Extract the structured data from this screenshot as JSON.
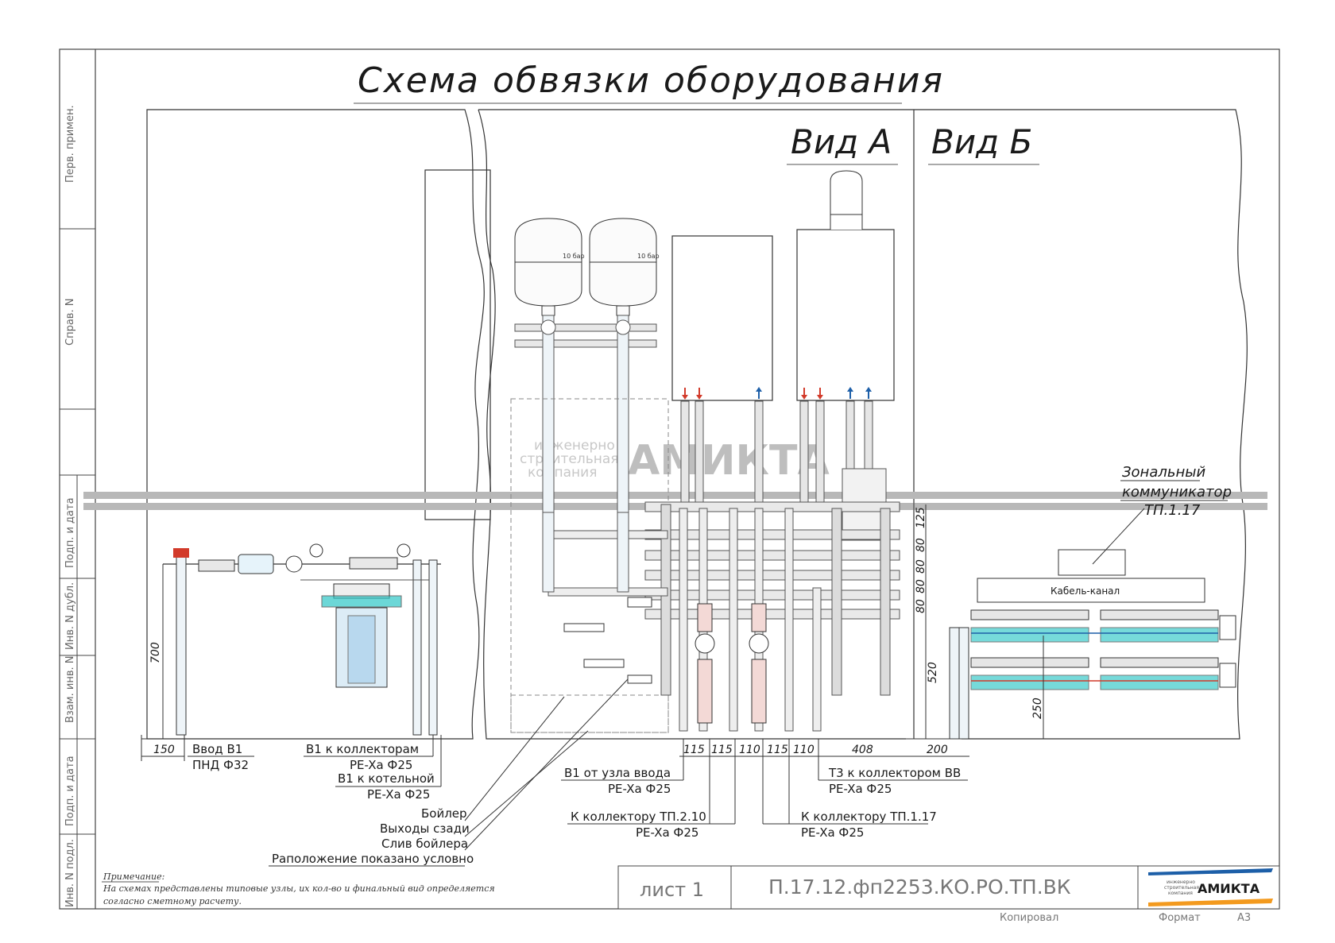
{
  "title": "Схема обвязки оборудования",
  "view_a": "Вид А",
  "view_b": "Вид Б",
  "watermark": {
    "company_line1": "инженерно",
    "company_line2": "строительная",
    "company_line3": "компания",
    "brand": "АМИКТА"
  },
  "side_stamp": [
    "Перв. примен.",
    "Справ. N",
    "Подп. и дата",
    "Инв. N дубл.",
    "Взам. инв. N",
    "Подп. и дата",
    "Инв. N подл."
  ],
  "tanks": {
    "pressure_label": "10 бар"
  },
  "communicator": {
    "line1": "Зональный",
    "line2": "коммуникатор",
    "line3": "ТП.1.17"
  },
  "cable_channel": "Кабель-канал",
  "dimensions": {
    "d700": "700",
    "d150": "150",
    "d115a": "115",
    "d115b": "115",
    "d110a": "110",
    "d115c": "115",
    "d110b": "110",
    "d408": "408",
    "d200": "200",
    "d125": "125",
    "d80a": "80",
    "d80b": "80",
    "d80c": "80",
    "d80d": "80",
    "d520": "520",
    "d250": "250"
  },
  "callouts": {
    "input_b1": "Ввод В1",
    "pnd32": "ПНД Ф32",
    "b1_collectors": "В1 к коллекторам",
    "pexa25a": "PE-Xa Ф25",
    "b1_boiler_room": "В1 к котельной",
    "pexa25b": "PE-Xa Ф25",
    "boiler": "Бойлер",
    "outputs_back": "Выходы сзади",
    "boiler_drain": "Слив бойлера",
    "position_note": "Раположение показано условно",
    "b1_from_node": "В1 от узла ввода",
    "pexa25c": "PE-Xa Ф25",
    "to_tp210": "К коллектору ТП.2.10",
    "pexa25d": "PE-Xa Ф25",
    "to_tp117": "К коллектору ТП.1.17",
    "pexa25e": "PE-Xa Ф25",
    "t3_bb": "Т3 к коллектором ВВ",
    "pexa25f": "PE-Xa Ф25"
  },
  "note": {
    "title": "Примечание:",
    "line1": "На схемах представлены типовые узлы, их кол-во и финальный вид определяется",
    "line2": "согласно сметному расчету."
  },
  "title_block": {
    "sheet": "лист 1",
    "code": "П.17.12.фп2253.КО.РО.ТП.ВК",
    "logo_small1": "инженерно",
    "logo_small2": "строительная",
    "logo_small3": "компания",
    "logo": "АМИКТА"
  },
  "footer": {
    "copied": "Копировал",
    "format_label": "Формат",
    "format_value": "А3"
  },
  "colors": {
    "line": "#1a1a1a",
    "pipe_grey": "#c9c9c9",
    "water_blue": "#8fc3e8",
    "cyan": "#2ec7c7",
    "red": "#d23a2a",
    "logo_orange": "#f39a1e",
    "logo_blue": "#1d5fa8"
  }
}
